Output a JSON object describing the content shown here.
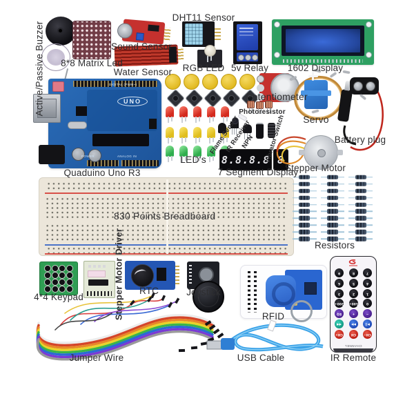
{
  "labels": {
    "buzzer": "Active/Passive Buzzer",
    "matrix": "8*8 Matrix Led",
    "sound": "Sound Sensor",
    "water": "Water Sensor",
    "dht11": "DHT11 Sensor",
    "rgb": "RGB LED",
    "relay": "5v Relay",
    "lcd": "1602 Display",
    "arduino": "Quaduino Uno R3",
    "leds": "LED's",
    "potentiometer": "Potentiometer",
    "photoresistor": "Photoresistor",
    "flame": "Flame Sensor",
    "ir_receiver": "IR Receiver",
    "npn": "NPN",
    "vibrator": "Vibrator Switch",
    "seven_segment": "7 Segment Display",
    "stepper_motor": "Stepper Motor",
    "servo": "Servo",
    "battery": "Battery plug",
    "breadboard": "830 Points Breadboard",
    "resistors": "Resistors",
    "keypad": "4*4 Keypad",
    "stepper_driver": "Stepper Motor Driver",
    "rtc": "RTC",
    "joystick": "Joystick",
    "rfid": "RFID",
    "jumper": "Jumper Wire",
    "usb": "USB Cable",
    "remote": "IR Remote"
  },
  "board_text": {
    "uno": "UNO",
    "digital": "DIGITAL (PWM~)",
    "power": "POWER",
    "analog": "ANALOG IN"
  },
  "seven_segment_display": {
    "quad_digits": "8.8.8.8",
    "single_digit": "8"
  },
  "remote": {
    "rotated_180": true,
    "channel": "CHANNEL",
    "rows": [
      {
        "labels": [
          "9",
          "8",
          "7"
        ],
        "colors": [
          "k",
          "k",
          "k"
        ]
      },
      {
        "labels": [
          "6",
          "5",
          "4"
        ],
        "colors": [
          "k",
          "k",
          "k"
        ]
      },
      {
        "labels": [
          "3",
          "2",
          "1"
        ],
        "colors": [
          "k",
          "k",
          "k"
        ]
      },
      {
        "labels": [
          "200+",
          "100+",
          "0"
        ],
        "colors": [
          "k",
          "k",
          "k"
        ]
      },
      {
        "labels": [
          "EQ",
          "+",
          "−"
        ],
        "colors": [
          "p",
          "p",
          "p"
        ]
      },
      {
        "labels": [
          "◀◀",
          "▶▶",
          "▶||"
        ],
        "colors": [
          "t",
          "b",
          "b"
        ]
      },
      {
        "labels": [
          "CH+",
          "CH",
          "CH−"
        ],
        "colors": [
          "r",
          "r",
          "r"
        ]
      }
    ]
  },
  "counts": {
    "button_caps": 5,
    "tact_buttons": 5,
    "leds_per_row": 5,
    "led_rows": [
      "red",
      "yellow",
      "green"
    ],
    "keypad_buttons": 16,
    "resistors": 30,
    "matrix_grid": "8x8"
  },
  "colors": {
    "background": "#ffffff",
    "label_text": "#2e2e30",
    "arduino_blue": "#2a6cb8",
    "pcb_red": "#c5312e",
    "pcb_green": "#2f9e53",
    "lcd_green": "#2ea062",
    "lcd_screen_blue": "#24479e",
    "relay_blue": "#2b50c8",
    "breadboard_cream": "#ece6da",
    "servo_blue": "#2f7fd4",
    "remote_red": "#d6302a",
    "led_red": "#d42a1e",
    "led_yellow": "#e0be1e",
    "led_green": "#2fae4e",
    "cap_yellow": "#e8c33a"
  }
}
